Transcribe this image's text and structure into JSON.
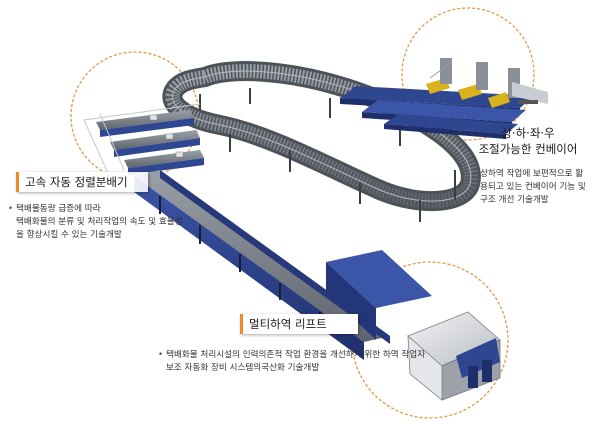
{
  "colors": {
    "accent_orange": "#f08a24",
    "frame_blue": "#2f4691",
    "belt_gray": "#6f747c",
    "callout_dash": "#e39a44"
  },
  "labels": {
    "sorter": {
      "title": "고속 자동 정렬분배기",
      "desc_lines": [
        "택배물동량 급증에 따라",
        "택배화물의 분류 및 처리작업의 속도 및 효율성",
        "을 향상시킬 수 있는 기술개발"
      ]
    },
    "conveyor": {
      "title_lines": [
        "상·하·좌·우",
        "조절가능한 컨베이어"
      ],
      "desc_lines": [
        "상하역 작업에 보편적으로 활",
        "용되고 있는 컨베이어 기능 및",
        "구조 개선 기술개발"
      ]
    },
    "lift": {
      "title": "멀티하역 리프트",
      "desc_lines": [
        "택배화물 처리시설의 인력의존적 작업 환경을 개선하기 위한 하역 작업자",
        "보조 자동화 장비 시스템의국산화 기술개발"
      ]
    }
  }
}
